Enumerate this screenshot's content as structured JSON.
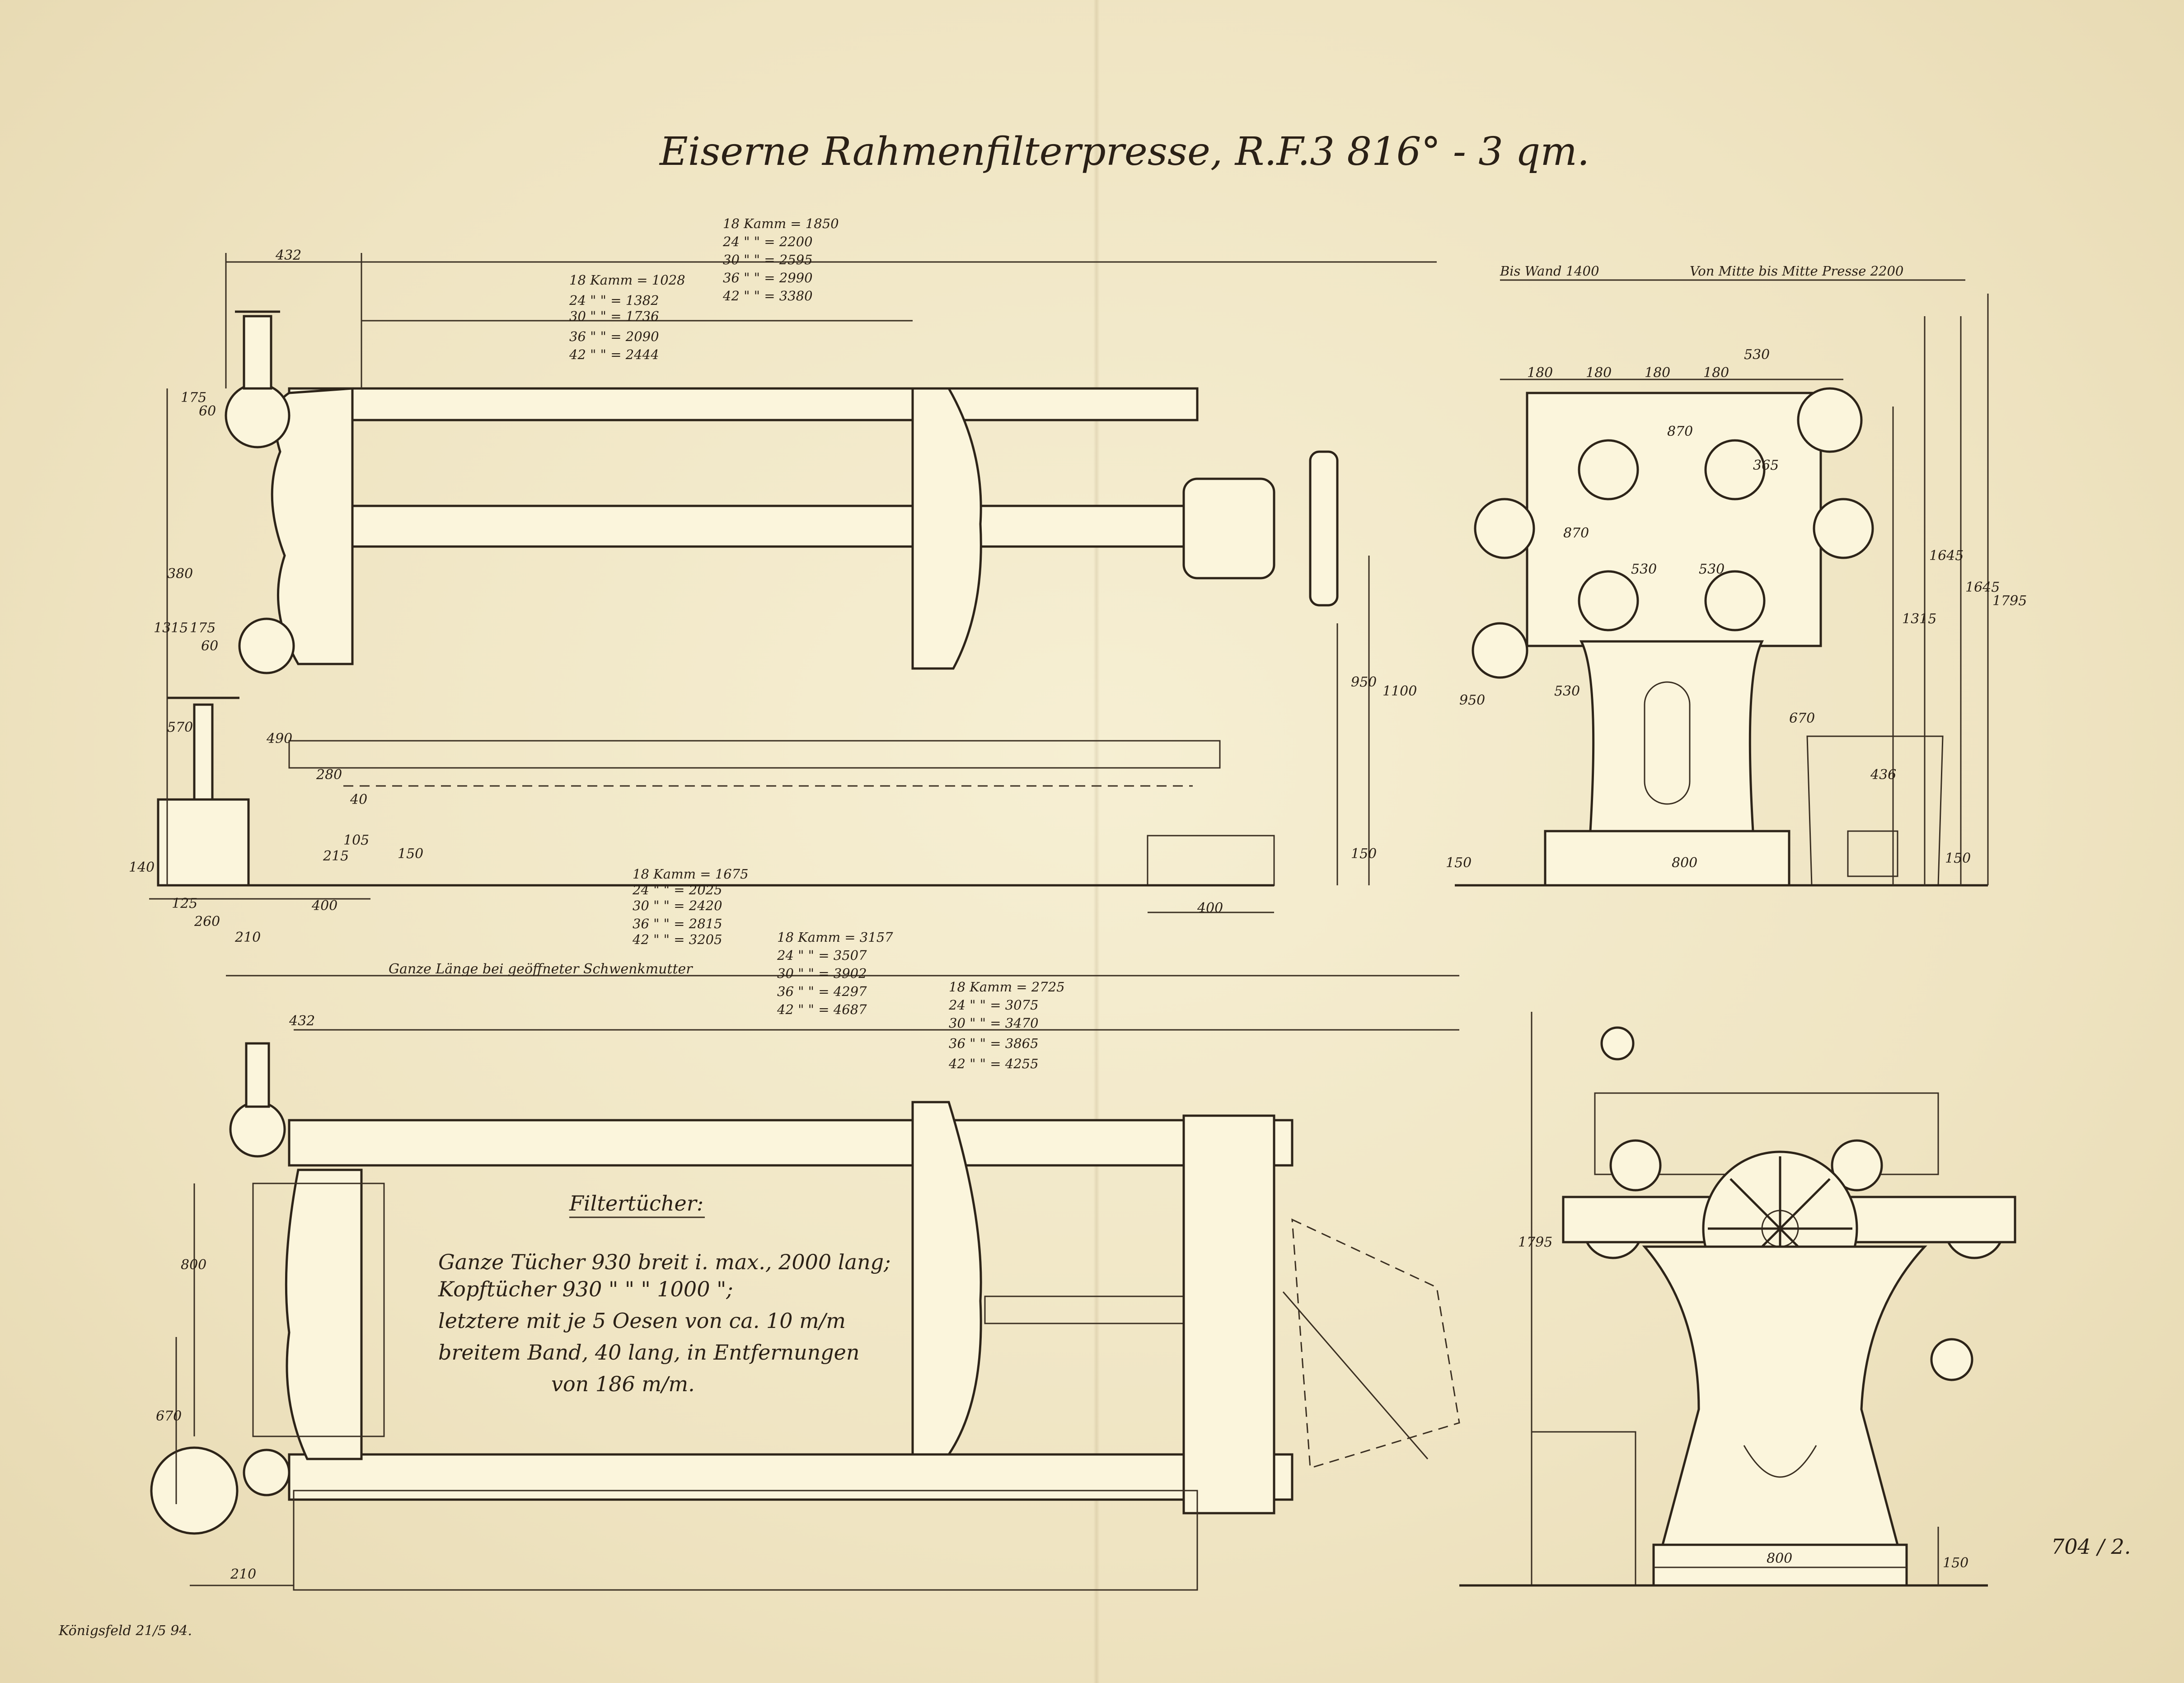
{
  "title": "Eiserne Rahmenfilterpresse, R.F.3 816° - 3 qm.",
  "side_elevation": {
    "dims": [
      "432",
      "175",
      "60",
      "380",
      "1315",
      "175",
      "60",
      "570",
      "490",
      "280",
      "40",
      "105",
      "215",
      "150",
      "140",
      "125",
      "260",
      "210",
      "400",
      "950",
      "1100",
      "150",
      "400"
    ],
    "table_frames_a": [
      "18 Kamm = 1028",
      "24  \"   \" = 1382",
      "30  \"   \" = 1736",
      "36  \"   \" = 2090",
      "42  \"   \" = 2444"
    ],
    "table_frames_b": [
      "18 Kamm = 1850",
      "24  \"  \" = 2200",
      "30  \"  \" = 2595",
      "36  \"  \" = 2990",
      "42  \"  \" = 3380"
    ],
    "table_frames_c": [
      "18 Kamm = 1675",
      "24  \"  \" = 2025",
      "30  \"  \" = 2420",
      "36  \"  \" = 2815",
      "42  \"  \" = 3205"
    ]
  },
  "end_view_top": {
    "wall_label": "Bis Wand 1400",
    "center_label": "Von Mitte bis Mitte Presse 2200",
    "dims": [
      "180",
      "180",
      "180",
      "180",
      "530",
      "870",
      "365",
      "870",
      "530",
      "530",
      "950",
      "530",
      "670",
      "436",
      "800",
      "150",
      "150",
      "1315",
      "1645",
      "1645",
      "1795"
    ]
  },
  "plan_view": {
    "total_length_label": "Ganze Länge bei geöffneter Schwenkmutter",
    "dims": [
      "432",
      "800",
      "670",
      "210"
    ],
    "table_d": [
      "18 Kamm = 3157",
      "24  \"  \" = 3507",
      "30  \"  \" = 3902",
      "36  \"  \" = 4297",
      "42  \"  \" = 4687"
    ],
    "table_e": [
      "18 Kamm = 2725",
      "24  \"  \" = 3075",
      "30  \"  \" = 3470",
      "36  \"  \" = 3865",
      "42  \"  \" = 4255"
    ],
    "notes_heading": "Filtertücher:",
    "notes_lines": [
      "Ganze Tücher 930 breit i. max., 2000 lang;",
      "Kopftücher 930   \"     \"   \"   1000 \";",
      "letztere mit je 5 Oesen von ca. 10 m/m",
      "breitem Band, 40 lang, in Entfernungen",
      "von 186 m/m."
    ]
  },
  "end_view_bottom": {
    "dims": [
      "1795",
      "800",
      "150"
    ]
  },
  "signature": "704 / 2.",
  "date_note": "Königsfeld 21/5 94."
}
